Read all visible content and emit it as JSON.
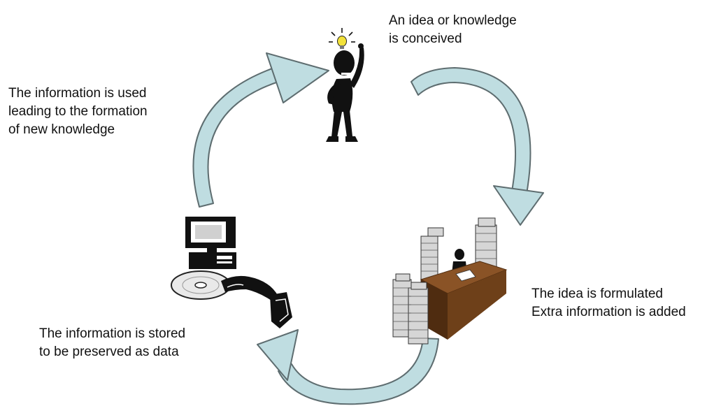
{
  "diagram": {
    "type": "cycle",
    "steps": [
      {
        "id": "idea",
        "icon": "thinker-with-lightbulb-icon",
        "lines": [
          "An idea or knowledge",
          "is conceived"
        ]
      },
      {
        "id": "formulated",
        "icon": "desk-with-paper-stacks-icon",
        "lines": [
          "The idea is formulated",
          "Extra information is added"
        ]
      },
      {
        "id": "stored",
        "icon": "computer-and-cd-icon",
        "lines": [
          "The information is stored",
          "to be preserved as data"
        ]
      },
      {
        "id": "used",
        "icon": "",
        "lines": [
          "The information is used",
          "leading to the formation",
          "of new knowledge"
        ]
      }
    ],
    "colors": {
      "arrow_fill": "#bfdde1",
      "arrow_stroke": "#5e6d70",
      "desk": "#8a5326",
      "desk_dark": "#4f2c10",
      "paper": "#d6d6d6",
      "ink": "#111111",
      "bulb": "#f3e23a"
    }
  }
}
